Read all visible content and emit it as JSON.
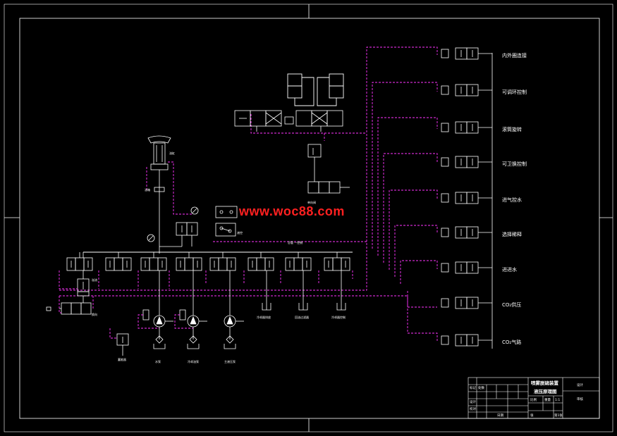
{
  "watermark": "www.woc88.com",
  "colors": {
    "background": "#000000",
    "line": "#ffffff",
    "control": "#ff33ff",
    "watermark": "#ff2020"
  },
  "valve_labels": [
    "内外圈连接",
    "可调环控制",
    "滚筒旋转",
    "可卫换控制",
    "进气控水",
    "选择稀释",
    "进进水",
    "CO₂供压",
    "CO₂气路"
  ],
  "misc_labels": {
    "cylinder_label": "油缸",
    "left_tank_label": "油箱",
    "pump1": "水泵",
    "pump2": "冷却油泵",
    "pump3": "主液压泵",
    "accumulator": "蓄能器",
    "bus_label": "总管 一控制",
    "tank_a": "冷却器排放",
    "tank_b": "回油过滤器",
    "tank_c": "冷却器控制",
    "check_label": "单向阀",
    "left_valve_label": "换向",
    "valve_small": "液控",
    "pressure_label": "溢流"
  },
  "title_block": {
    "title_line1": "喷雾脱硫装置",
    "title_line2": "液压原理图",
    "company": "设计",
    "approved": "审核",
    "scale_label": "比例",
    "scale_value": "1:1",
    "sheet_label": "张",
    "sheet_value": "第1张",
    "designer": "设计",
    "checker": "校对",
    "date": "日期",
    "weight": "重量",
    "mark": "标记",
    "count": "处数"
  }
}
